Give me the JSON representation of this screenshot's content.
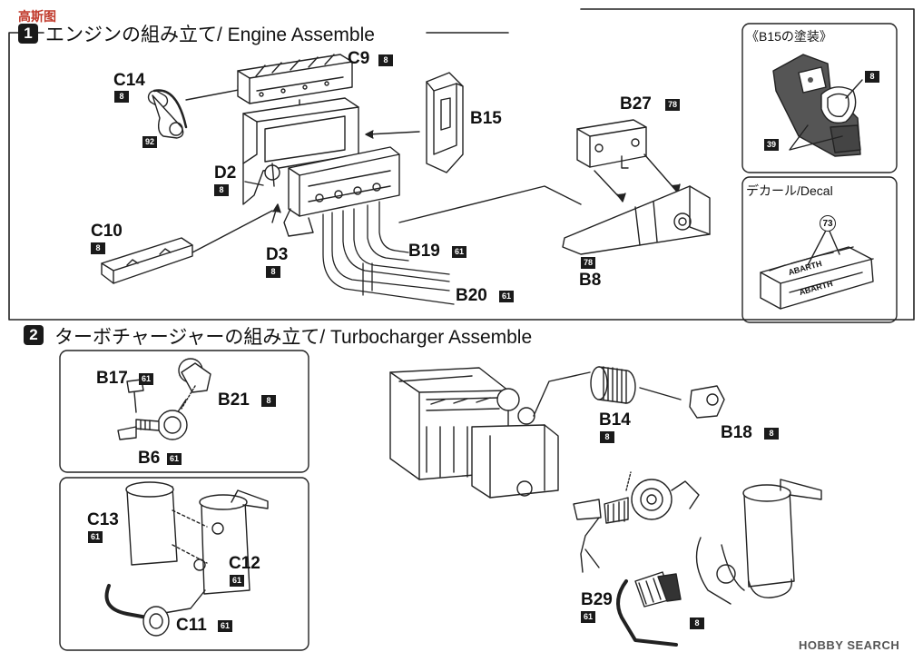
{
  "watermark_top_left": "高斯图",
  "watermark_bottom_right": "HOBBY SEARCH",
  "step1": {
    "number": "1",
    "title": "エンジンの組み立て/ Engine Assemble",
    "parts": {
      "C14": {
        "label": "C14",
        "color": "8",
        "color2": "92"
      },
      "C9": {
        "label": "C9",
        "color": "8"
      },
      "B15": {
        "label": "B15"
      },
      "B27": {
        "label": "B27",
        "color": "78"
      },
      "D2": {
        "label": "D2",
        "color": "8"
      },
      "C10": {
        "label": "C10",
        "color": "8"
      },
      "D3": {
        "label": "D3",
        "color": "8"
      },
      "B19": {
        "label": "B19",
        "color": "61"
      },
      "B20": {
        "label": "B20",
        "color": "61"
      },
      "B8": {
        "label": "B8",
        "color": "78"
      }
    },
    "paint_box": {
      "title": "《B15の塗装》",
      "color_a": "8",
      "color_b": "39"
    },
    "decal_box": {
      "title": "デカール/Decal",
      "decal_number": "73",
      "decal_text_1": "ABARTH",
      "decal_text_2": "ABARTH"
    }
  },
  "step2": {
    "number": "2",
    "title": "ターボチャージャーの組み立て/ Turbocharger Assemble",
    "parts": {
      "B17": {
        "label": "B17",
        "color": "61"
      },
      "B21": {
        "label": "B21",
        "color": "8"
      },
      "B6": {
        "label": "B6",
        "color": "61"
      },
      "C13": {
        "label": "C13",
        "color": "61"
      },
      "C12": {
        "label": "C12",
        "color": "61"
      },
      "C11": {
        "label": "C11",
        "color": "61"
      },
      "B14": {
        "label": "B14",
        "color": "8"
      },
      "B18": {
        "label": "B18",
        "color": "8"
      },
      "B29": {
        "label": "B29",
        "color": "61",
        "color2": "8"
      }
    }
  }
}
